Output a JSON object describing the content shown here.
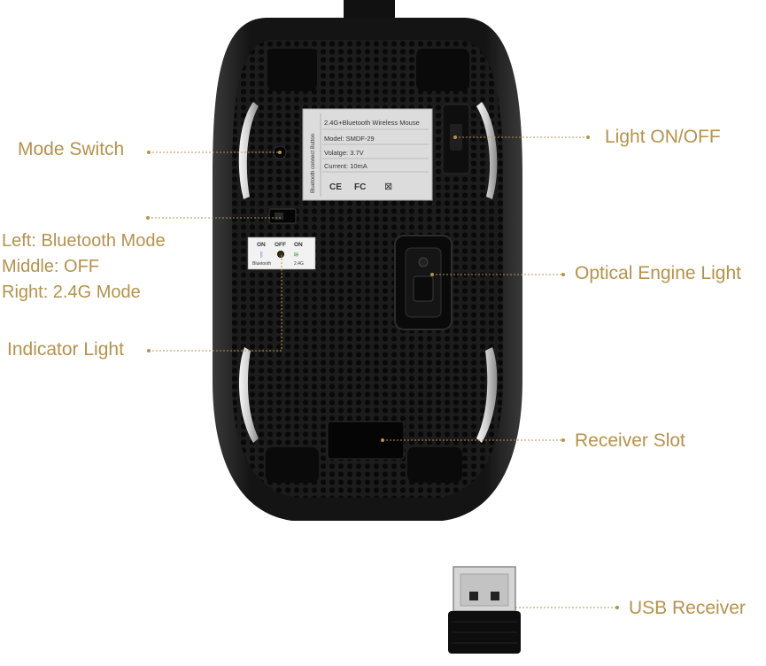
{
  "labels": {
    "mode_switch": "Mode Switch",
    "light_on_off": "Light  ON/OFF",
    "mode_desc": [
      "Left: Bluetooth Mode",
      "Middle: OFF",
      "Right: 2.4G Mode"
    ],
    "optical_engine_light": "Optical Engine Light",
    "indicator_light": "Indicator Light",
    "receiver_slot": "Receiver Slot",
    "usb_receiver": "USB Receiver"
  },
  "product_label": {
    "side_text": "Bluetooth connect Button",
    "title": "2.4G+Bluetooth Wireless Mouse",
    "model": "Model:  SMDF-29",
    "voltage": "Volatge:  3.7V",
    "current": "Current:  10mA",
    "marks": [
      "CE",
      "FC",
      "⊠"
    ]
  },
  "switch_label": {
    "top": [
      "ON",
      "OFF",
      "ON"
    ],
    "bottom": [
      "Bluetooth",
      "2.4G"
    ]
  },
  "colors": {
    "label_gold": "#b5924c",
    "mouse_body": "#151515",
    "leader_line": "#b5924c"
  }
}
